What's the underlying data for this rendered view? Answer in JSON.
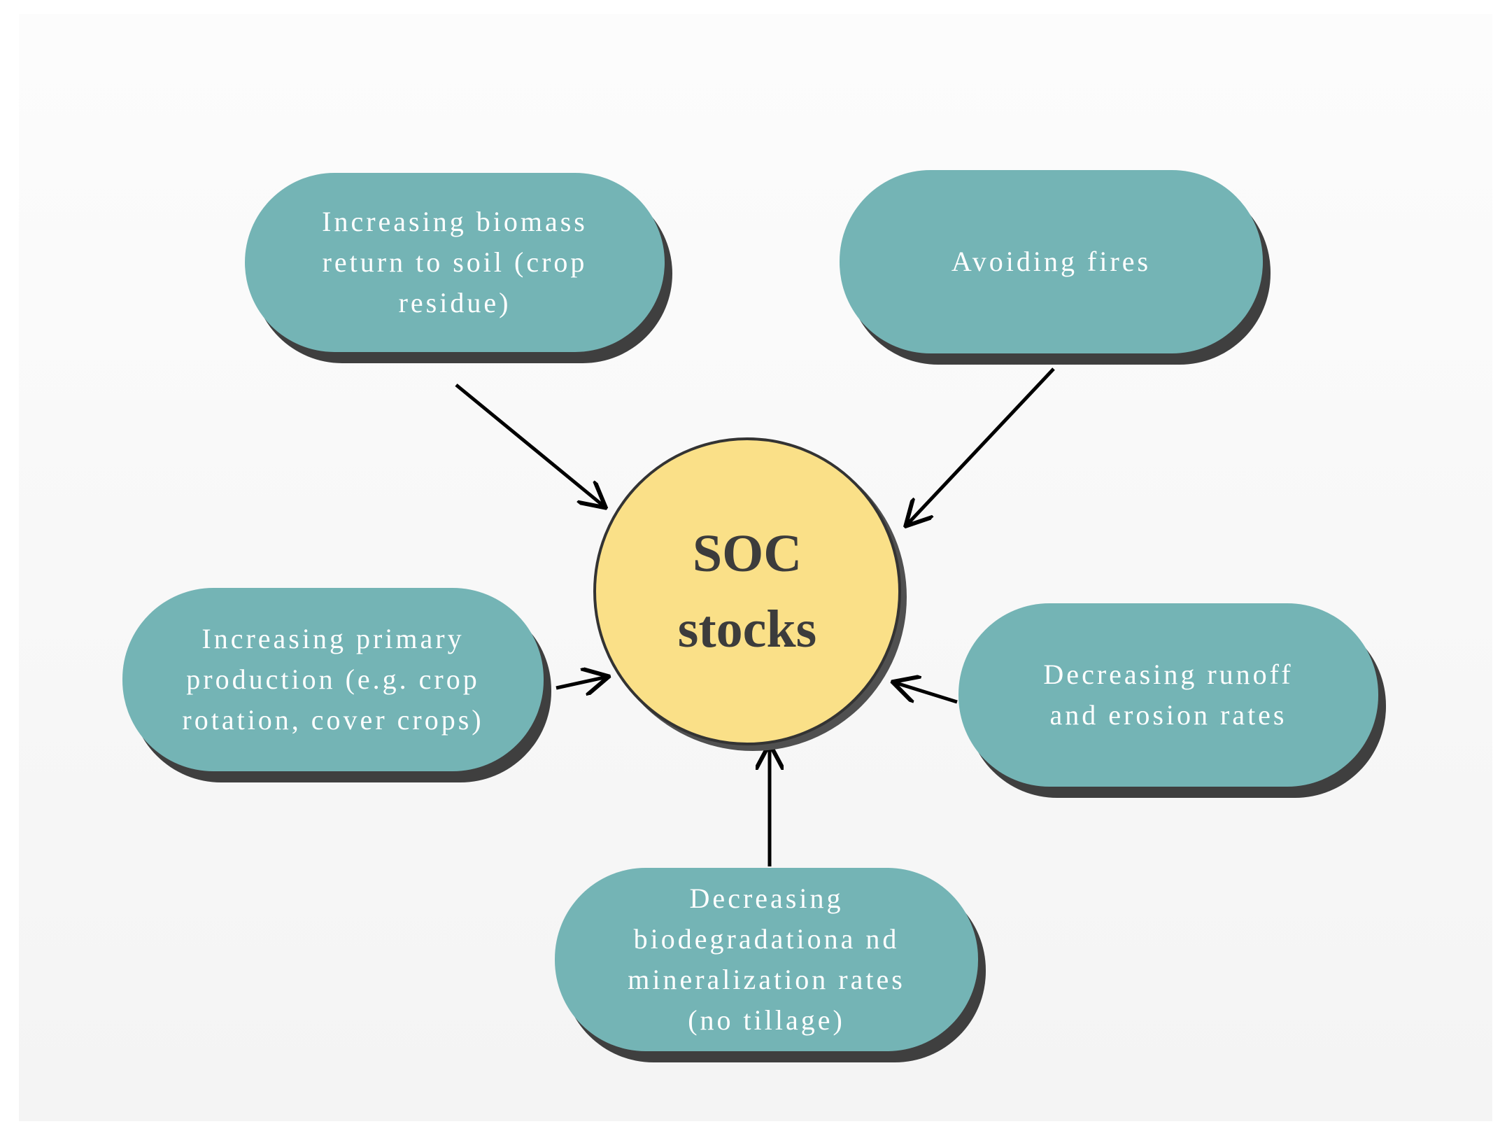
{
  "diagram": {
    "center": {
      "line1": "SOC",
      "line2": "stocks",
      "fill_color": "#fae088"
    },
    "node_color": "#74b4b5",
    "nodes": {
      "biomass": {
        "lines": [
          "Increasing biomass",
          "return to soil (crop",
          "residue)"
        ]
      },
      "fires": {
        "lines": [
          "Avoiding fires"
        ]
      },
      "primary": {
        "lines": [
          "Increasing primary",
          "production (e.g. crop",
          "rotation, cover crops)"
        ]
      },
      "runoff": {
        "lines": [
          "Decreasing runoff",
          "and erosion rates"
        ]
      },
      "biodeg": {
        "lines": [
          "Decreasing",
          "biodegradationa nd",
          "mineralization rates",
          "(no tillage)"
        ]
      }
    }
  }
}
